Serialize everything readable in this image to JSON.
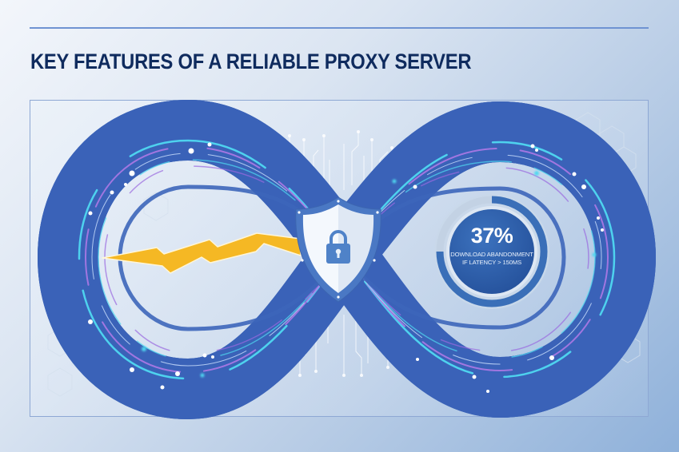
{
  "header": {
    "title": "KEY FEATURES OF A RELIABLE PROXY SERVER"
  },
  "illustration": {
    "central_motif": "infinity-loop",
    "left_icon": "lightning-bolt-icon",
    "center_icon": "shield-lock-icon",
    "right_widget": "gauge"
  },
  "gauge": {
    "value": "37%",
    "caption_line1": "DOWNLOAD ABANDONMENT",
    "caption_line2": "IF LATENCY > 150MS"
  },
  "colors": {
    "title": "#0f2b5e",
    "rule": "#6f93d2",
    "loop_outer": "#3a63b8",
    "loop_inner": "#2b3a8c",
    "accent_cyan": "#4fd8f0",
    "accent_purple": "#a06ae0",
    "bolt": "#f5b824",
    "shield_border": "#4a78c4",
    "shield_fill": "#eaf1fa",
    "gauge_disk": "#2e5ea8",
    "gauge_ring": "#3a6fb8",
    "gauge_track": "#c3d2e4"
  }
}
